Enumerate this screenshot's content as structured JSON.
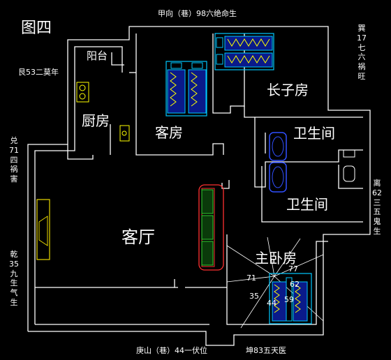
{
  "figure_label": "图四",
  "compass": {
    "top": "甲向（巷）98六绝命生",
    "bottom_left": "庚山（巷）44一伏位",
    "bottom_right": "坤83五天医",
    "left_year": "艮53二莫年",
    "right_top": "巽17七六祸旺",
    "right_middle": "离62三五鬼生",
    "left_upper": "兑71四祸害",
    "left_lower": "乾35九生气生"
  },
  "rooms": {
    "balcony": "阳台",
    "kitchen": "厨房",
    "guest_room": "客房",
    "eldest_son_room": "长子房",
    "bathroom_1": "卫生间",
    "bathroom_2": "卫生间",
    "living_room": "客厅",
    "master_bedroom": "主卧房"
  },
  "sector_numbers": [
    "71",
    "77",
    "62",
    "35",
    "44",
    "59"
  ],
  "colors": {
    "bed": "#00c8ff",
    "sofa": "#ff3030",
    "sofa_cushion": "#30d030",
    "tv": "#e8d800",
    "fixture": "#ffff00"
  }
}
